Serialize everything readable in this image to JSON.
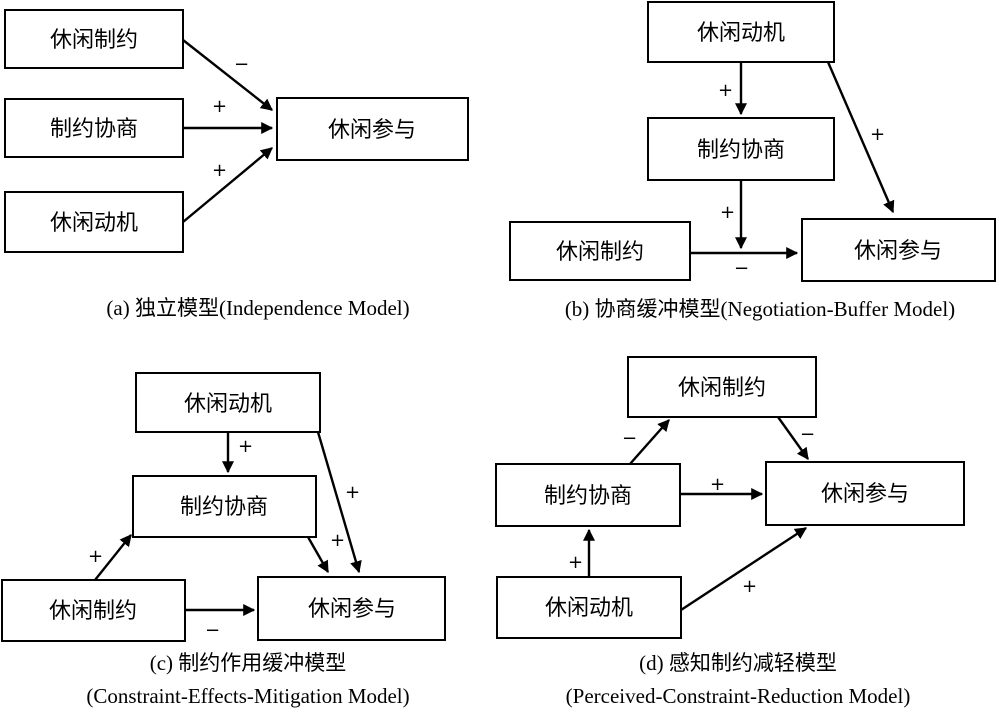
{
  "diagrams": {
    "a": {
      "nodes": {
        "constraint": "休闲制约",
        "negotiation": "制约协商",
        "motivation": "休闲动机",
        "participation": "休闲参与"
      },
      "signs": {
        "constraint_to_participation": "−",
        "negotiation_to_participation": "+",
        "motivation_to_participation": "+"
      },
      "caption": "(a) 独立模型(Independence Model)"
    },
    "b": {
      "nodes": {
        "motivation": "休闲动机",
        "negotiation": "制约协商",
        "constraint": "休闲制约",
        "participation": "休闲参与"
      },
      "signs": {
        "motivation_to_negotiation": "+",
        "motivation_to_participation": "+",
        "negotiation_to_participation": "+",
        "constraint_to_participation": "−"
      },
      "caption": "(b) 协商缓冲模型(Negotiation-Buffer Model)"
    },
    "c": {
      "nodes": {
        "motivation": "休闲动机",
        "negotiation": "制约协商",
        "constraint": "休闲制约",
        "participation": "休闲参与"
      },
      "signs": {
        "motivation_to_negotiation": "+",
        "motivation_to_participation": "+",
        "negotiation_to_participation": "+",
        "constraint_to_negotiation": "+",
        "constraint_to_participation": "−"
      },
      "caption_line1": "(c) 制约作用缓冲模型",
      "caption_line2": "(Constraint-Effects-Mitigation Model)"
    },
    "d": {
      "nodes": {
        "constraint": "休闲制约",
        "negotiation": "制约协商",
        "motivation": "休闲动机",
        "participation": "休闲参与"
      },
      "signs": {
        "negotiation_to_constraint": "−",
        "constraint_to_participation": "−",
        "negotiation_to_participation": "+",
        "motivation_to_negotiation": "+",
        "motivation_to_participation": "+"
      },
      "caption_line1": "(d) 感知制约减轻模型",
      "caption_line2": "(Perceived-Constraint-Reduction Model)"
    }
  }
}
